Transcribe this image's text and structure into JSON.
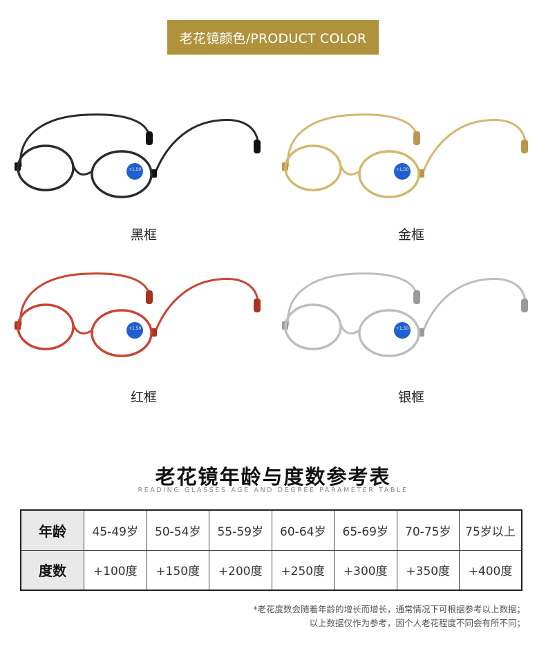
{
  "banner": {
    "title": "老花镜颜色/PRODUCT COLOR"
  },
  "products": [
    {
      "label": "黑框",
      "frame_color": "#2a2a2a",
      "tip_color": "#111111"
    },
    {
      "label": "金框",
      "frame_color": "#d4b66e",
      "tip_color": "#b9974b"
    },
    {
      "label": "红框",
      "frame_color": "#c9452f",
      "tip_color": "#a83322"
    },
    {
      "label": "银框",
      "frame_color": "#bdbdbd",
      "tip_color": "#9a9a9a"
    }
  ],
  "lens_sticker": {
    "power": "+1.50",
    "color": "#1f5fd0"
  },
  "reference_table": {
    "title": "老花镜年龄与度数参考表",
    "subtitle": "READING GLASSES AGE AND DEGREE PARAMETER TABLE",
    "row_headers": [
      "年龄",
      "度数"
    ],
    "ages": [
      "45-49岁",
      "50-54岁",
      "55-59岁",
      "60-64岁",
      "65-69岁",
      "70-75岁",
      "75岁以上"
    ],
    "degrees": [
      "+100度",
      "+150度",
      "+200度",
      "+250度",
      "+300度",
      "+350度",
      "+400度"
    ]
  },
  "notes": [
    "*老花度数会随着年龄的增长而增长，通常情况下可根据参考以上数据；",
    "以上数据仅作为参考，因个人老花程度不同会有所不同；"
  ]
}
